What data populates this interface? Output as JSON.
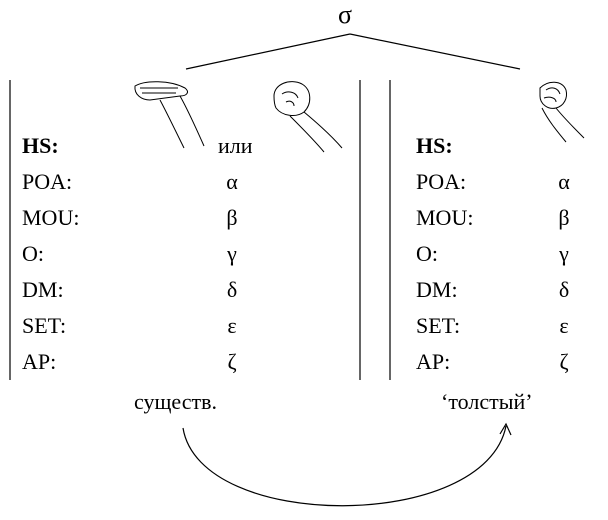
{
  "root_label": "σ",
  "left": {
    "connector_word": "или",
    "rows": [
      {
        "feature": "HS:",
        "value": ""
      },
      {
        "feature": "POA:",
        "value": "α"
      },
      {
        "feature": "MOU:",
        "value": "β"
      },
      {
        "feature": "O:",
        "value": "γ"
      },
      {
        "feature": "DM:",
        "value": "δ"
      },
      {
        "feature": "SET:",
        "value": "ε"
      },
      {
        "feature": "AP:",
        "value": "ζ"
      }
    ],
    "gloss": "существ."
  },
  "right": {
    "rows": [
      {
        "feature": "HS:",
        "value": ""
      },
      {
        "feature": "POA:",
        "value": "α"
      },
      {
        "feature": "MOU:",
        "value": "β"
      },
      {
        "feature": "O:",
        "value": "γ"
      },
      {
        "feature": "DM:",
        "value": "δ"
      },
      {
        "feature": "SET:",
        "value": "ε"
      },
      {
        "feature": "AP:",
        "value": "ζ"
      }
    ],
    "gloss": "‘толстый’"
  }
}
